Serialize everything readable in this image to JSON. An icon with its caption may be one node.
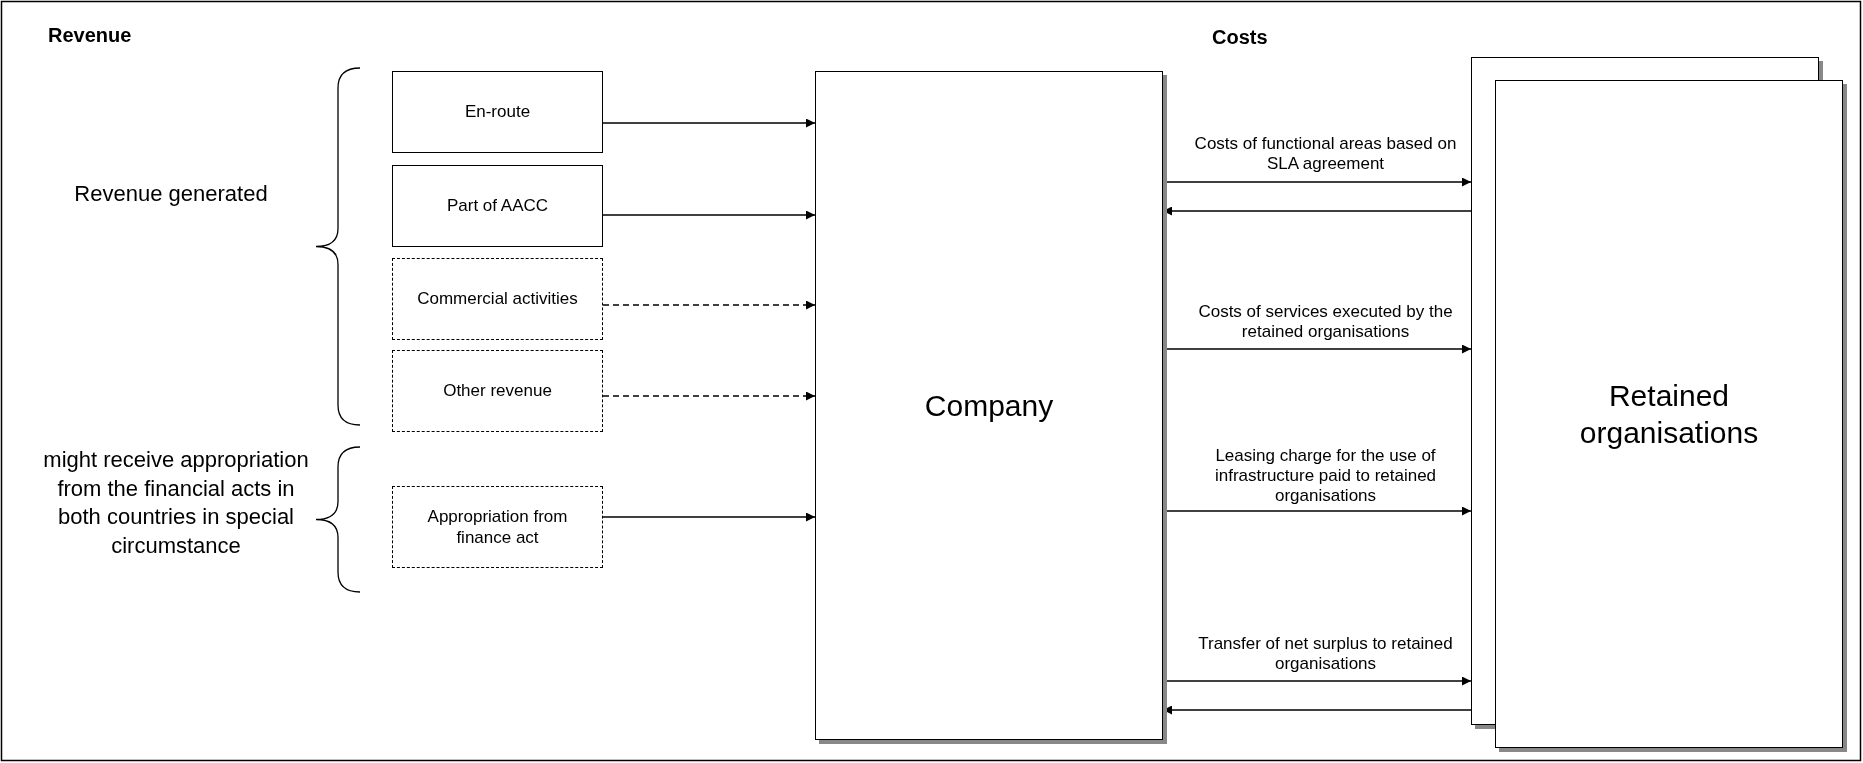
{
  "diagram": {
    "nodes": [
      {
        "text": [
          "En-route"
        ]
      },
      {
        "text": [
          "Part of AACC"
        ]
      },
      {
        "text": [
          "Commercial activities"
        ]
      },
      {
        "text": [
          "Other revenue"
        ]
      },
      {
        "text": [
          "Appropriation from finance act"
        ]
      },
      {
        "text": [
          "Company"
        ]
      },
      {
        "text": [
          "Retained organisations"
        ]
      }
    ],
    "edges": [
      {
        "from": 0,
        "to": 5,
        "arrow": "to"
      },
      {
        "from": 1,
        "to": 5,
        "arrow": "to"
      },
      {
        "from": 2,
        "to": 5,
        "arrow": "to",
        "style": "dashed"
      },
      {
        "from": 3,
        "to": 5,
        "arrow": "to",
        "style": "dashed"
      },
      {
        "from": 4,
        "to": 5,
        "arrow": "to"
      },
      {
        "from": 5,
        "to": 6,
        "arrow": "to",
        "label": "Costs of functional areas based on SLA agreement"
      },
      {
        "from": 6,
        "to": 5,
        "arrow": "to"
      },
      {
        "from": 5,
        "to": 6,
        "arrow": "to",
        "label": "Costs of services executed by the retained organisations"
      },
      {
        "from": 5,
        "to": 6,
        "arrow": "to",
        "label": "Leasing charge for the use of infrastructure paid to retained organisations"
      },
      {
        "from": 5,
        "to": 6,
        "arrow": "to",
        "label": "Transfer of net surplus to retained organisations"
      },
      {
        "from": 6,
        "to": 5,
        "arrow": "to"
      }
    ],
    "labels": [
      "Revenue",
      "Costs",
      "Revenue generated",
      "might receive appropriation from the financial acts in both countries in special circumstance"
    ]
  }
}
